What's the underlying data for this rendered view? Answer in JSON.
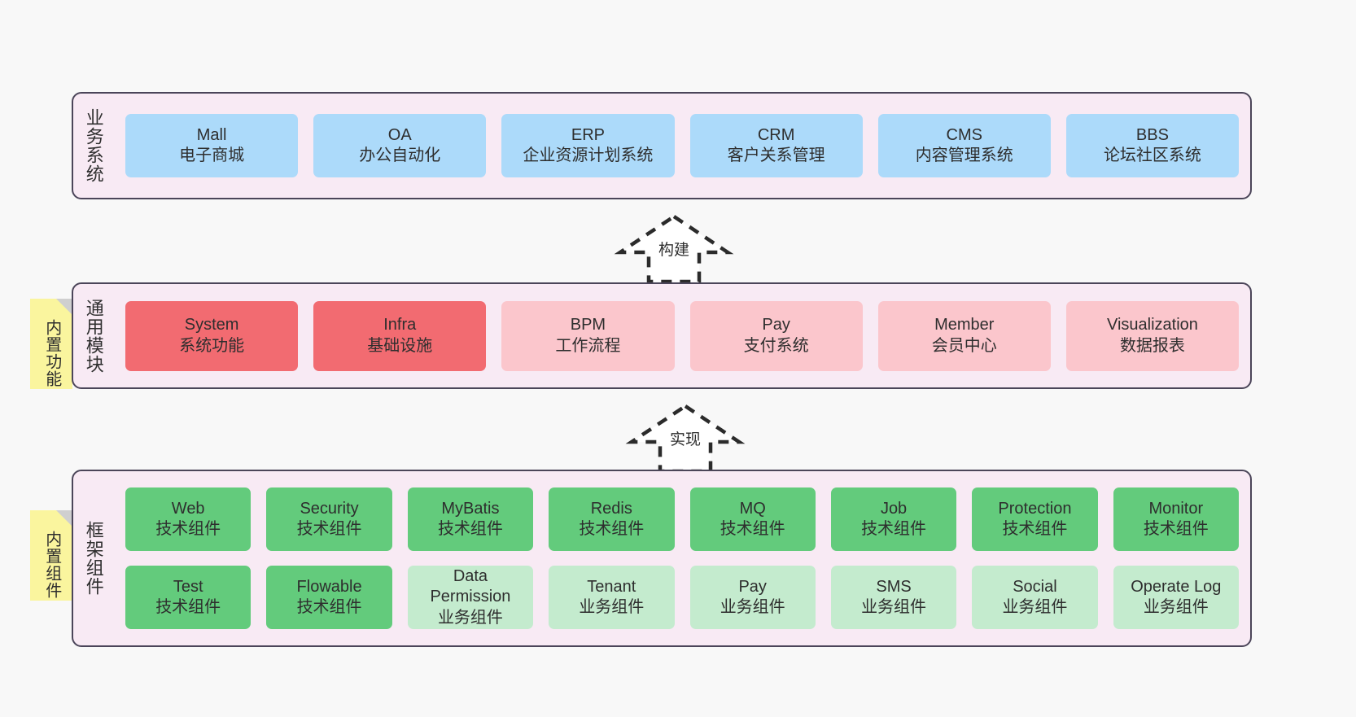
{
  "diagram": {
    "title_visible": false,
    "canvas_bg": "#F8F8F8",
    "panel_bg": "#F8EAF4",
    "panel_border": "#4B4559",
    "colors": {
      "blue": "#ACDAFA",
      "red": "#F26B71",
      "pink": "#FBC6CC",
      "green": "#63CB7C",
      "green_light": "#C4EBCE",
      "sticky_yellow": "#FAF59E",
      "fold_gray": "#CFCFCF"
    }
  },
  "layers": [
    {
      "id": "business-systems",
      "label": "业务系统",
      "rows": [
        {
          "nodes": [
            {
              "name": "Mall",
              "sub": "电子商城",
              "color": "blue"
            },
            {
              "name": "OA",
              "sub": "办公自动化",
              "color": "blue"
            },
            {
              "name": "ERP",
              "sub": "企业资源计划系统",
              "color": "blue"
            },
            {
              "name": "CRM",
              "sub": "客户关系管理",
              "color": "blue"
            },
            {
              "name": "CMS",
              "sub": "内容管理系统",
              "color": "blue"
            },
            {
              "name": "BBS",
              "sub": "论坛社区系统",
              "color": "blue"
            }
          ]
        }
      ]
    },
    {
      "id": "common-modules",
      "label": "通用模块",
      "sticky": "内置功能",
      "rows": [
        {
          "nodes": [
            {
              "name": "System",
              "sub": "系统功能",
              "color": "red"
            },
            {
              "name": "Infra",
              "sub": "基础设施",
              "color": "red"
            },
            {
              "name": "BPM",
              "sub": "工作流程",
              "color": "pink"
            },
            {
              "name": "Pay",
              "sub": "支付系统",
              "color": "pink"
            },
            {
              "name": "Member",
              "sub": "会员中心",
              "color": "pink"
            },
            {
              "name": "Visualization",
              "sub": "数据报表",
              "color": "pink"
            }
          ]
        }
      ]
    },
    {
      "id": "framework-components",
      "label": "框架组件",
      "sticky": "内置组件",
      "rows": [
        {
          "nodes": [
            {
              "name": "Web",
              "sub": "技术组件",
              "color": "green"
            },
            {
              "name": "Security",
              "sub": "技术组件",
              "color": "green"
            },
            {
              "name": "MyBatis",
              "sub": "技术组件",
              "color": "green"
            },
            {
              "name": "Redis",
              "sub": "技术组件",
              "color": "green"
            },
            {
              "name": "MQ",
              "sub": "技术组件",
              "color": "green"
            },
            {
              "name": "Job",
              "sub": "技术组件",
              "color": "green"
            },
            {
              "name": "Protection",
              "sub": "技术组件",
              "color": "green"
            },
            {
              "name": "Monitor",
              "sub": "技术组件",
              "color": "green"
            }
          ]
        },
        {
          "nodes": [
            {
              "name": "Test",
              "sub": "技术组件",
              "color": "green"
            },
            {
              "name": "Flowable",
              "sub": "技术组件",
              "color": "green"
            },
            {
              "name": "Data Permission",
              "sub": "业务组件",
              "color": "green_light"
            },
            {
              "name": "Tenant",
              "sub": "业务组件",
              "color": "green_light"
            },
            {
              "name": "Pay",
              "sub": "业务组件",
              "color": "green_light"
            },
            {
              "name": "SMS",
              "sub": "业务组件",
              "color": "green_light"
            },
            {
              "name": "Social",
              "sub": "业务组件",
              "color": "green_light"
            },
            {
              "name": "Operate Log",
              "sub": "业务组件",
              "color": "green_light"
            }
          ]
        }
      ]
    }
  ],
  "connectors": [
    {
      "id": "build",
      "label": "构建"
    },
    {
      "id": "implement",
      "label": "实现"
    }
  ]
}
